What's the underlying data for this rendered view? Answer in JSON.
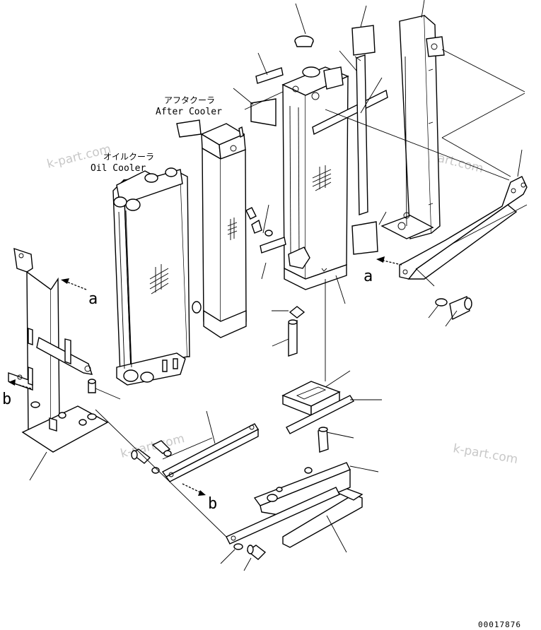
{
  "labels": {
    "after_cooler_jp": "アフタクーラ",
    "after_cooler_en": "After Cooler",
    "oil_cooler_jp": "オイルクーラ",
    "oil_cooler_en": "Oil Cooler",
    "ref_a": "a",
    "ref_b": "b",
    "drawing_number": "00017876"
  },
  "watermarks": [
    "k-part.com",
    "k-part.com",
    "k-part.com",
    "k-part.com"
  ]
}
